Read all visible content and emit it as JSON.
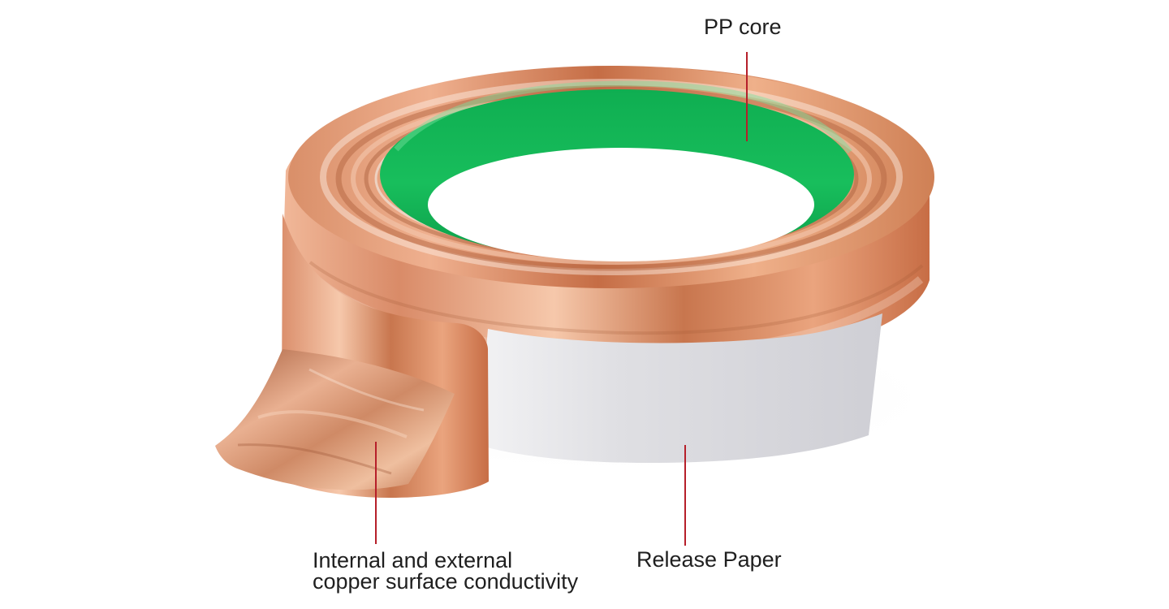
{
  "image": {
    "subject": "copper foil tape roll",
    "colors": {
      "background": "#ffffff",
      "copper_light": "#f1c2a2",
      "copper_mid": "#d99873",
      "copper_dark": "#b8673f",
      "core_green": "#17b957",
      "core_green_dark": "#079d45",
      "release_paper": "#d8d8dc",
      "leader_line": "#b61f2a",
      "label_text": "#1f1f1f"
    }
  },
  "callouts": {
    "pp_core": {
      "label": "PP core"
    },
    "release_paper": {
      "label": "Release Paper"
    },
    "copper_surface": {
      "line_1": "Internal and external",
      "line_2": "copper surface conductivity"
    }
  }
}
